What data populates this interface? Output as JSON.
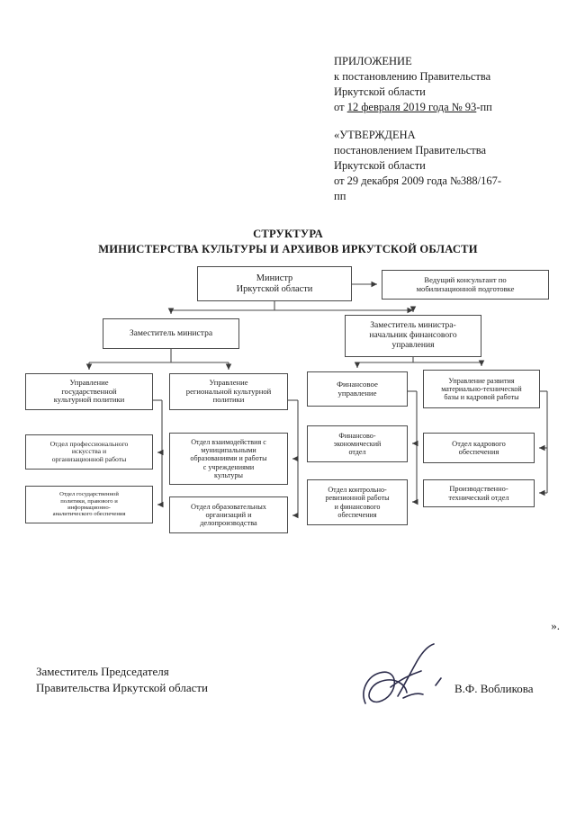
{
  "header": {
    "lines_top": [
      "ПРИЛОЖЕНИЕ",
      "к постановлению Правительства",
      "Иркутской области"
    ],
    "date_prefix": "от ",
    "date_underlined": "12 февраля 2019 года № 93",
    "date_suffix": "-пп",
    "lines_bottom": [
      "«УТВЕРЖДЕНА",
      "постановлением Правительства",
      "Иркутской области",
      "от 29 декабря 2009 года №388/167-",
      "пп"
    ]
  },
  "title": {
    "line1": "СТРУКТУРА",
    "line2": "МИНИСТЕРСТВА КУЛЬТУРЫ И АРХИВОВ ИРКУТСКОЙ ОБЛАСТИ"
  },
  "chart_data": {
    "type": "diagram",
    "title": "СТРУКТУРА МИНИСТЕРСТВА КУЛЬТУРЫ И АРХИВОВ ИРКУТСКОЙ ОБЛАСТИ",
    "nodes": {
      "minister": "Министр\nИркутской области",
      "consultant": "Ведущий консультант по\nмобилизационной подготовке",
      "deputy1": "Заместитель министра",
      "deputy2": "Заместитель министра-\nначальник финансового\nуправления",
      "unit1": "Управление\nгосударственной\nкультурной политики",
      "unit2": "Управление\nрегиональной культурной\nполитики",
      "unit3": "Финансовое\nуправление",
      "unit4": "Управление  развития\nматериально-технической\nбазы и кадровой работы",
      "sub1": "Отдел профессионального\nискусства и\nорганизационной работы",
      "sub2": "Отдел государственной\nполитики, правового и\nинформационно-\nаналитического обеспечения",
      "sub3": "Отдел взаимодействия с\nмуниципальными\nобразованиями и работы\nс учреждениями\nкультуры",
      "sub4": "Отдел образовательных\nорганизаций и\nделопроизводства",
      "sub5": "Финансово-\nэкономический\nотдел",
      "sub6": "Отдел контрольно-\nревизионной работы\nи финансового\nобеспечения",
      "sub7": "Отдел кадрового\nобеспечения",
      "sub8": "Производственно-\nтехнический отдел"
    },
    "edges": [
      {
        "from": "minister",
        "to": "consultant"
      },
      {
        "from": "minister",
        "to": "deputy1"
      },
      {
        "from": "minister",
        "to": "deputy2"
      },
      {
        "from": "deputy1",
        "to": "unit1"
      },
      {
        "from": "deputy1",
        "to": "unit2"
      },
      {
        "from": "deputy2",
        "to": "unit3"
      },
      {
        "from": "deputy2",
        "to": "unit4"
      },
      {
        "from": "unit1",
        "to": "sub1"
      },
      {
        "from": "unit1",
        "to": "sub2"
      },
      {
        "from": "unit2",
        "to": "sub3"
      },
      {
        "from": "unit2",
        "to": "sub4"
      },
      {
        "from": "unit3",
        "to": "sub5"
      },
      {
        "from": "unit3",
        "to": "sub6"
      },
      {
        "from": "unit4",
        "to": "sub7"
      },
      {
        "from": "unit4",
        "to": "sub8"
      }
    ],
    "line_color": "#4a4a4a",
    "box_fill": "#ffffff"
  },
  "footer": {
    "quote_close": "».",
    "signer_title_line1": "Заместитель Председателя",
    "signer_title_line2": "Правительства Иркутской области",
    "signer_name": "В.Ф. Вобликова"
  }
}
